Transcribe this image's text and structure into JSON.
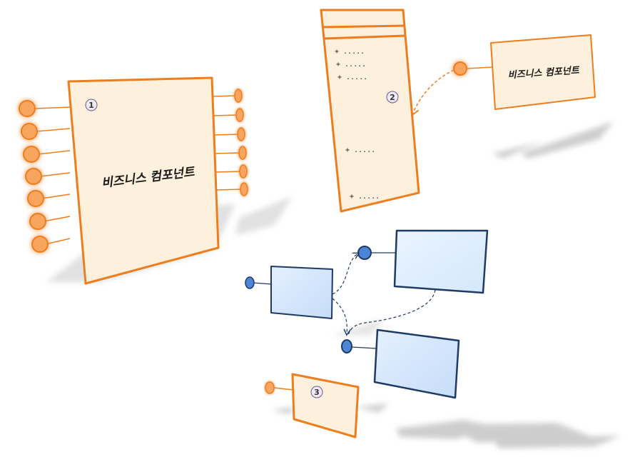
{
  "component_1": {
    "number": "1",
    "label": "비즈니스 컴포넌트"
  },
  "component_2": {
    "number": "2",
    "members": [
      "+ .....",
      "+ .....",
      "+ .....",
      "+ .....",
      "+ ....."
    ]
  },
  "component_2_external": {
    "label": "비즈니스 컴포넌트"
  },
  "component_3": {
    "number": "3"
  },
  "colors": {
    "orange_stroke": "#ee7d1e",
    "orange_fill": "#fdf0dc",
    "orange_node": "#f7a05a",
    "blue_stroke": "#1f3b64",
    "blue_fill": "#cfe2fa",
    "blue_node": "#4d86d6",
    "shadow": "#bdbdbd"
  }
}
